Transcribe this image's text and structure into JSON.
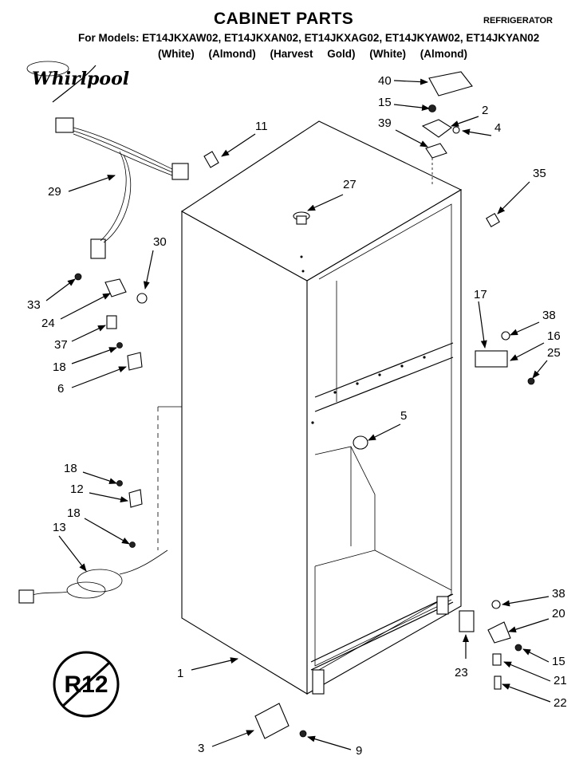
{
  "header": {
    "title": "CABINET PARTS",
    "product": "REFRIGERATOR",
    "models": "For Models: ET14JKXAW02, ET14JKXAN02, ET14JKXAG02, ET14JKYAW02, ET14JKYAN02",
    "colors": "(White) (Almond) (Harvest Gold) (White) (Almond)"
  },
  "brand": "Whirlpool",
  "callouts": [
    {
      "key": "40",
      "label": "40"
    },
    {
      "key": "15a",
      "label": "15"
    },
    {
      "key": "2",
      "label": "2"
    },
    {
      "key": "39",
      "label": "39"
    },
    {
      "key": "4",
      "label": "4"
    },
    {
      "key": "11",
      "label": "11"
    },
    {
      "key": "35",
      "label": "35"
    },
    {
      "key": "27",
      "label": "27"
    },
    {
      "key": "29",
      "label": "29"
    },
    {
      "key": "30",
      "label": "30"
    },
    {
      "key": "33",
      "label": "33"
    },
    {
      "key": "24",
      "label": "24"
    },
    {
      "key": "37",
      "label": "37"
    },
    {
      "key": "18a",
      "label": "18"
    },
    {
      "key": "6",
      "label": "6"
    },
    {
      "key": "17",
      "label": "17"
    },
    {
      "key": "38a",
      "label": "38"
    },
    {
      "key": "16",
      "label": "16"
    },
    {
      "key": "25",
      "label": "25"
    },
    {
      "key": "5",
      "label": "5"
    },
    {
      "key": "18b",
      "label": "18"
    },
    {
      "key": "12",
      "label": "12"
    },
    {
      "key": "18c",
      "label": "18"
    },
    {
      "key": "13",
      "label": "13"
    },
    {
      "key": "38b",
      "label": "38"
    },
    {
      "key": "20",
      "label": "20"
    },
    {
      "key": "15b",
      "label": "15"
    },
    {
      "key": "23",
      "label": "23"
    },
    {
      "key": "21",
      "label": "21"
    },
    {
      "key": "22",
      "label": "22"
    },
    {
      "key": "1",
      "label": "1"
    },
    {
      "key": "3",
      "label": "3"
    },
    {
      "key": "9",
      "label": "9"
    }
  ],
  "badge": "R12"
}
